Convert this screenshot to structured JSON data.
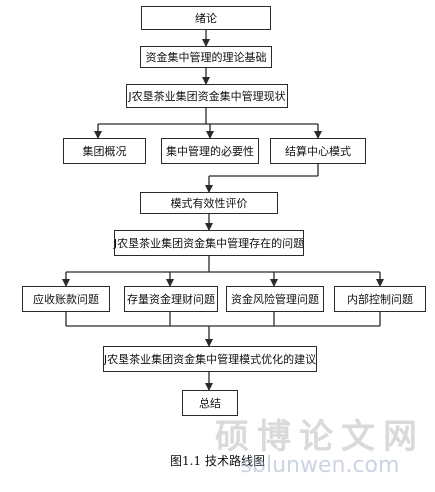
{
  "nodes": {
    "intro": "绪论",
    "theory": "资金集中管理的理论基础",
    "current": "J农垦茶业集团资金集中管理现状",
    "overview": "集团概况",
    "necessity": "集中管理的必要性",
    "center_mode": "结算中心模式",
    "evaluation": "模式有效性评价",
    "problems": "J农垦茶业集团资金集中管理存在的问题",
    "receivables": "应收账款问题",
    "stock_capital": "存量资金理财问题",
    "risk": "资金风险管理问题",
    "internal_control": "内部控制问题",
    "suggestions": "J农垦茶业集团资金集中管理模式优化的建议",
    "conclusion": "总结"
  },
  "caption": "图1.1 技术路线图",
  "watermark": {
    "chinese": "硕博论文网",
    "url": "sblunwen.com"
  }
}
